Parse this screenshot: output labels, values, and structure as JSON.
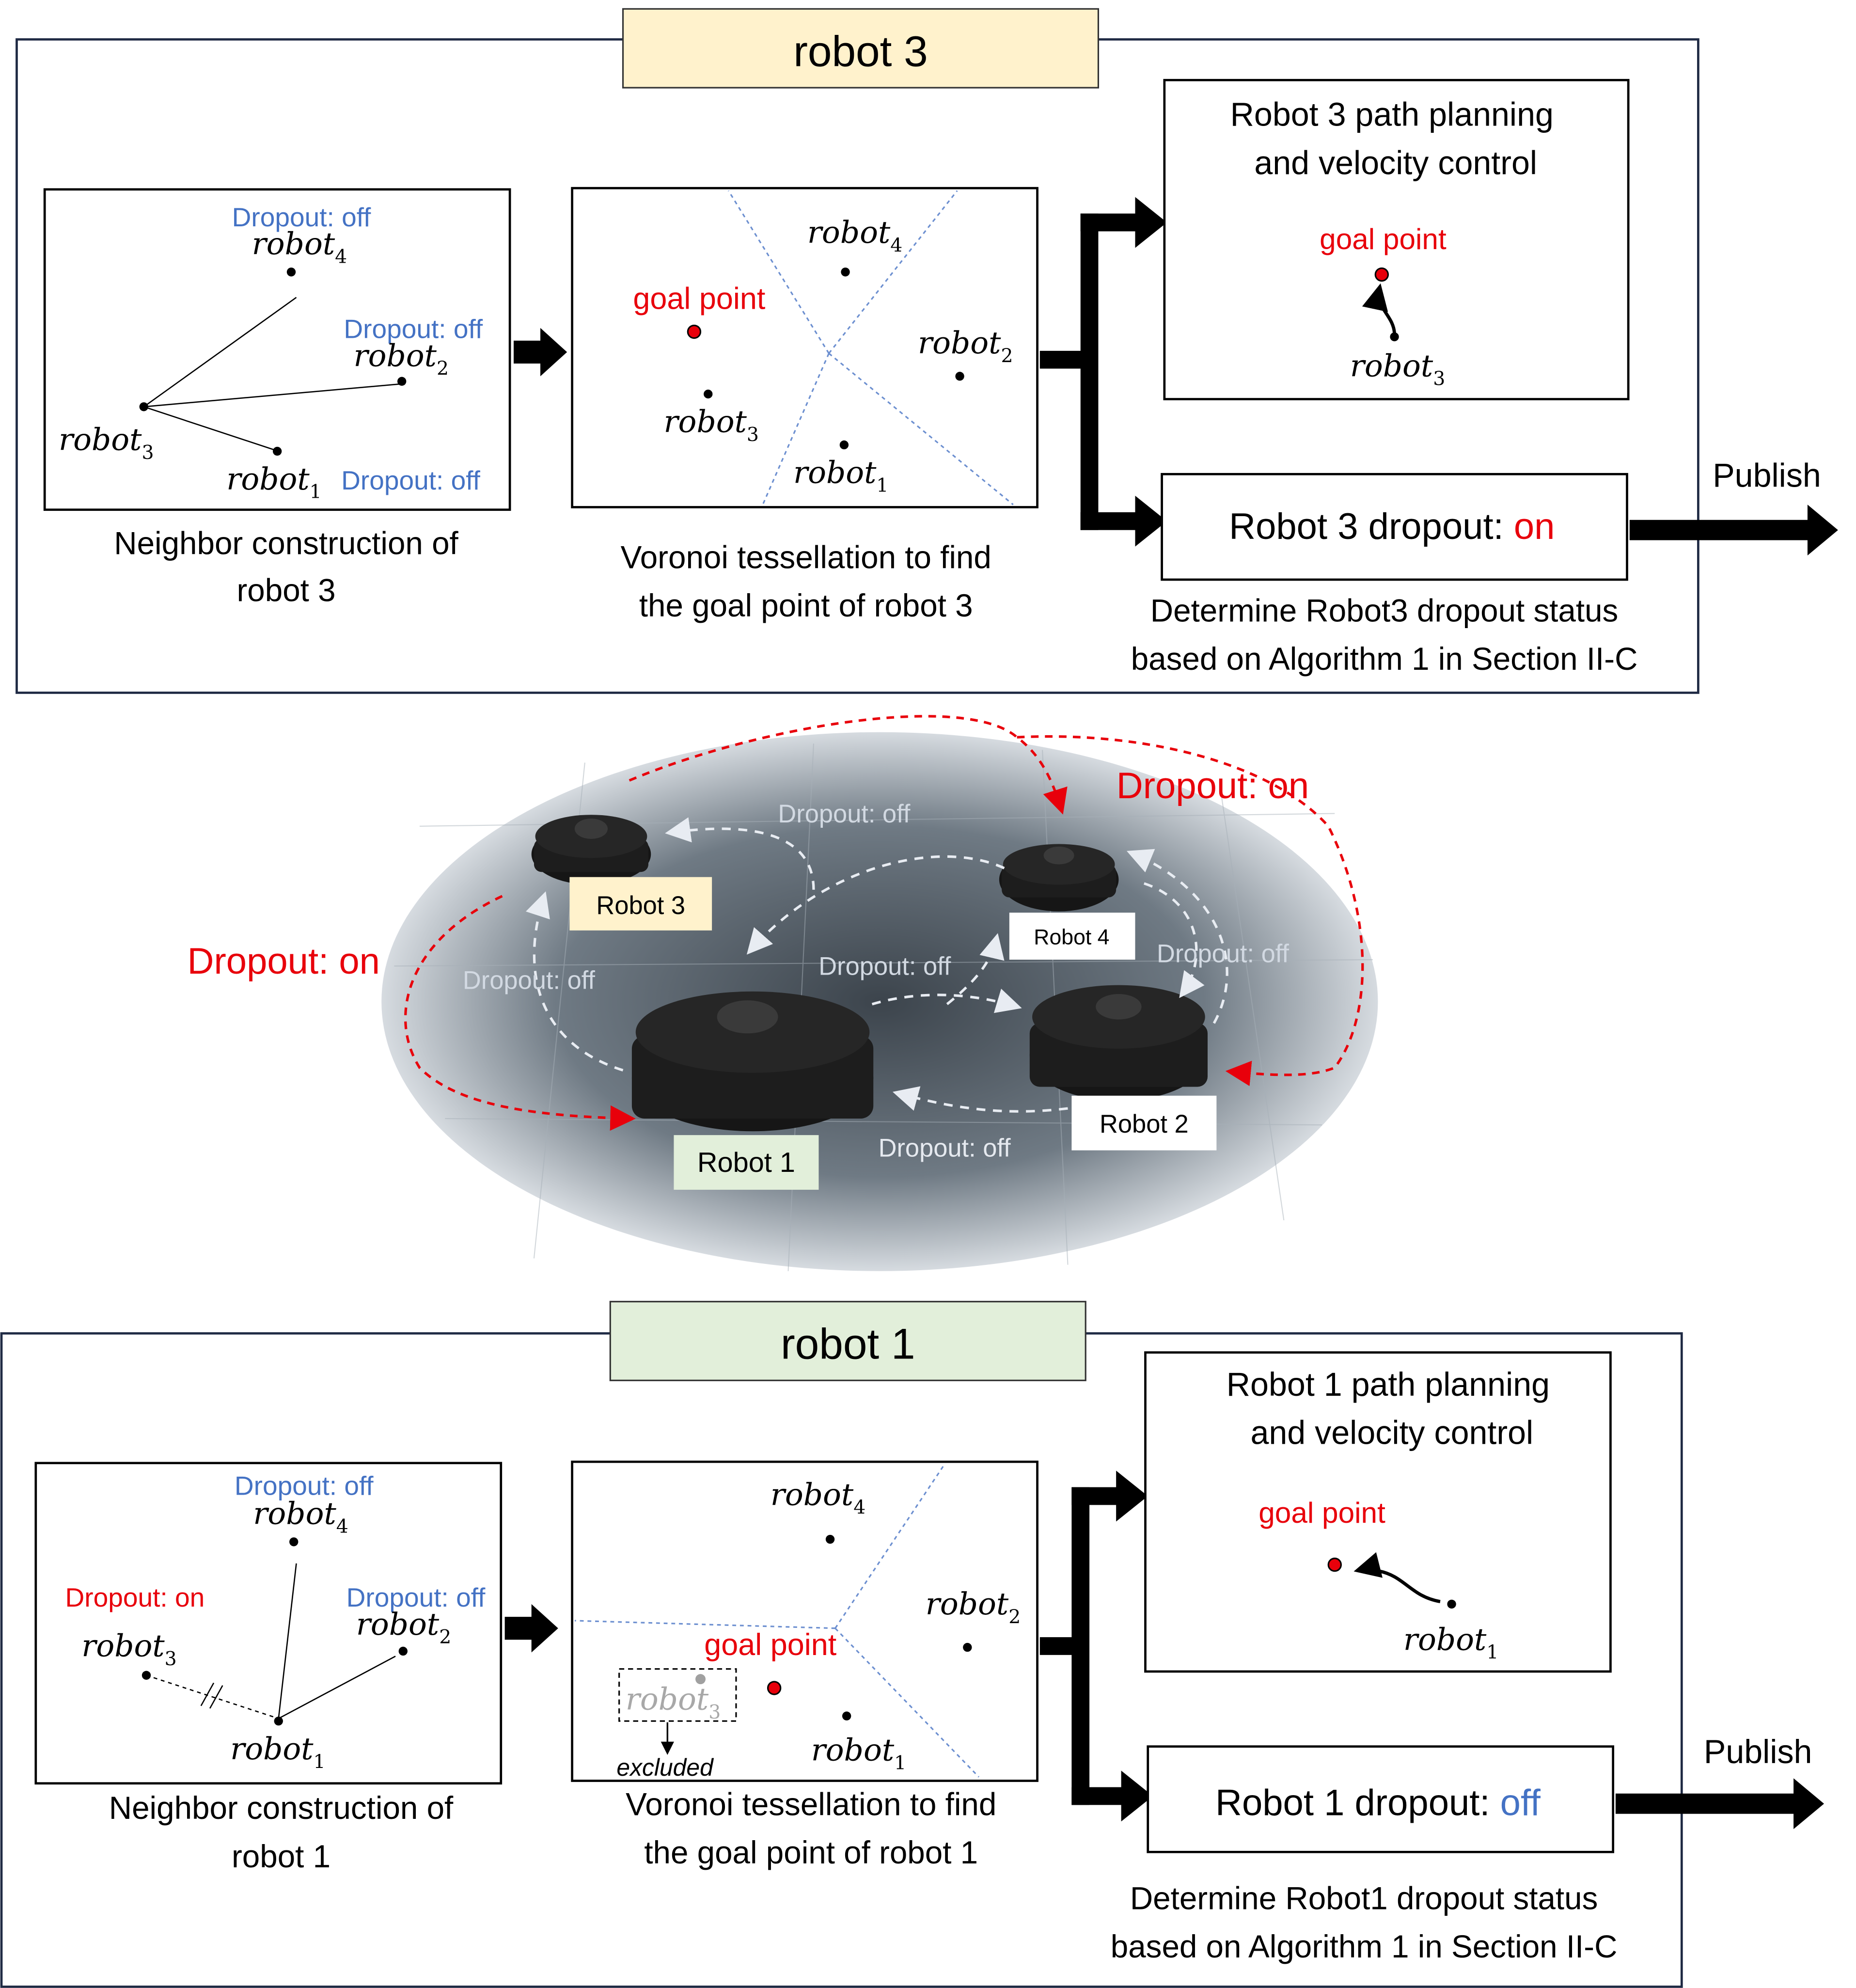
{
  "colors": {
    "blue": "#4472C4",
    "red": "#E8000B",
    "navy": "#1F2A44",
    "robot3_fill": "#FFF2CC",
    "robot1_fill": "#E2EFDA",
    "voronoi_line": "#6C8FD0"
  },
  "top": {
    "title": "robot 3",
    "neighbor": {
      "dropout_r4": "Dropout: off",
      "dropout_r2": "Dropout: off",
      "dropout_r1": "Dropout: off",
      "caption_1": "Neighbor construction of",
      "caption_2": "robot 3"
    },
    "voronoi": {
      "goal_label": "goal point",
      "caption_1": "Voronoi tessellation to find",
      "caption_2": "the goal point of robot 3"
    },
    "planning": {
      "title_1": "Robot 3 path planning",
      "title_2": "and velocity control",
      "goal_label": "goal point"
    },
    "dropout_box": {
      "text": "Robot 3 dropout: ",
      "status": "on"
    },
    "caption_1": "Determine Robot3 dropout status",
    "caption_2": "based on Algorithm 1 in Section II-C",
    "publish": "Publish"
  },
  "middle": {
    "labels": {
      "robot3": "Robot 3",
      "robot4": "Robot 4",
      "robot2": "Robot 2",
      "robot1": "Robot 1"
    },
    "annotations": {
      "dropout_on_right": "Dropout: on",
      "dropout_on_left": "Dropout: on",
      "off_top": "Dropout: off",
      "off_center": "Dropout: off",
      "off_right": "Dropout: off",
      "off_left": "Dropout: off",
      "off_bottom": "Dropout: off"
    }
  },
  "bottom": {
    "title": "robot 1",
    "neighbor": {
      "dropout_r4": "Dropout: off",
      "dropout_r3": "Dropout: on",
      "dropout_r2": "Dropout: off",
      "caption_1": "Neighbor construction of",
      "caption_2": "robot 1"
    },
    "voronoi": {
      "goal_label": "goal point",
      "excluded": "excluded",
      "caption_1": "Voronoi tessellation to find",
      "caption_2": "the goal point of robot 1"
    },
    "planning": {
      "title_1": "Robot 1 path planning",
      "title_2": "and velocity control",
      "goal_label": "goal point"
    },
    "dropout_box": {
      "text": "Robot 1 dropout: ",
      "status": "off"
    },
    "caption_1": "Determine Robot1 dropout status",
    "caption_2": "based on Algorithm 1 in Section II-C",
    "publish": "Publish"
  },
  "math_labels": {
    "robot_word": "robot",
    "s1": "1",
    "s2": "2",
    "s3": "3",
    "s4": "4"
  }
}
